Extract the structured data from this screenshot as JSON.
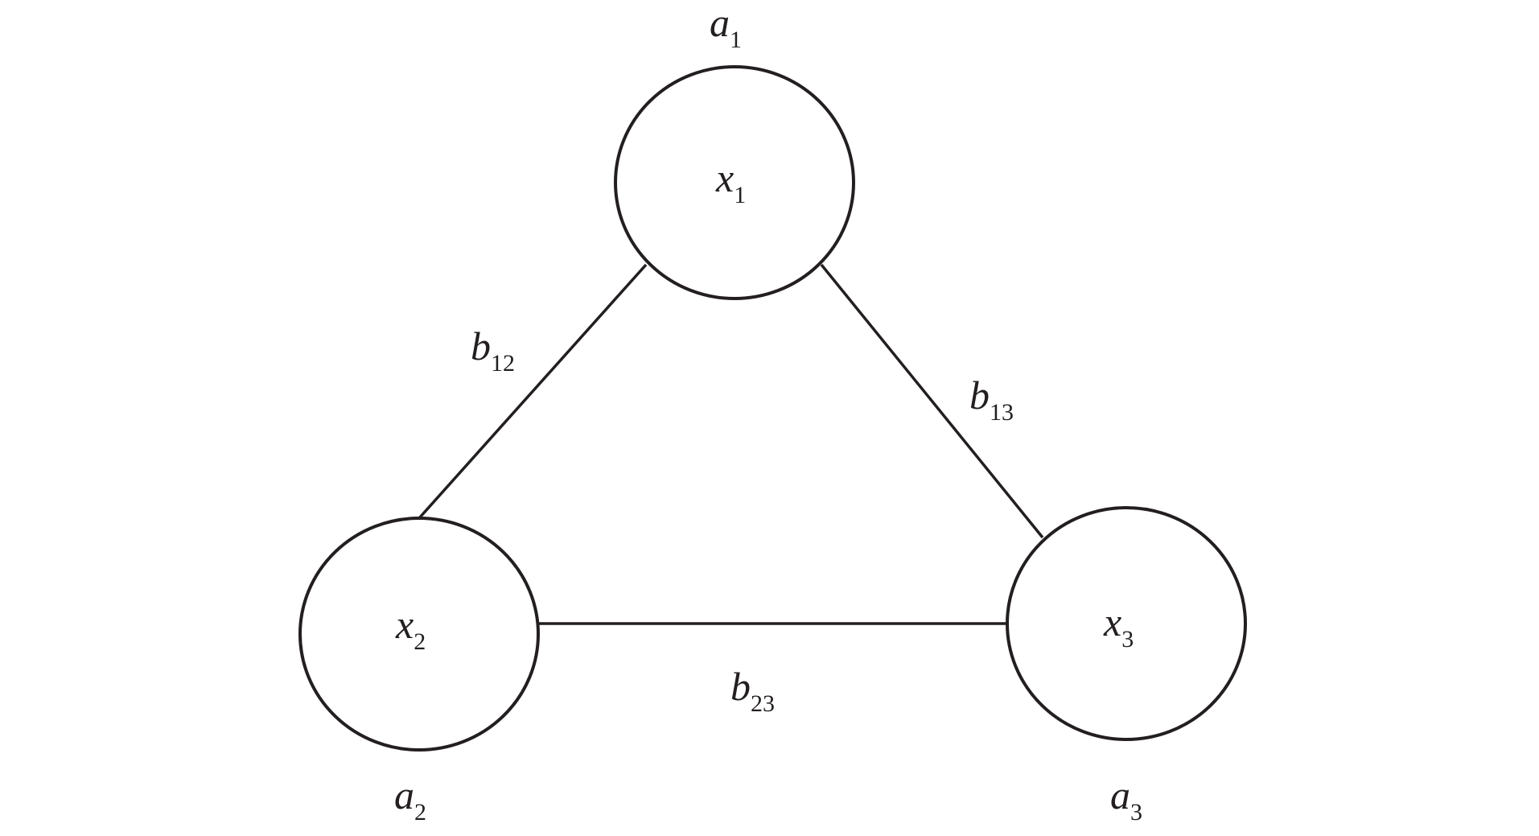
{
  "nodes": [
    {
      "id": "x1",
      "label": "x",
      "sub": "1",
      "weight_label": "a",
      "weight_sub": "1"
    },
    {
      "id": "x2",
      "label": "x",
      "sub": "2",
      "weight_label": "a",
      "weight_sub": "2"
    },
    {
      "id": "x3",
      "label": "x",
      "sub": "3",
      "weight_label": "a",
      "weight_sub": "3"
    }
  ],
  "edges": [
    {
      "from": "x1",
      "to": "x2",
      "label": "b",
      "sub": "12"
    },
    {
      "from": "x1",
      "to": "x3",
      "label": "b",
      "sub": "13"
    },
    {
      "from": "x2",
      "to": "x3",
      "label": "b",
      "sub": "23"
    }
  ]
}
